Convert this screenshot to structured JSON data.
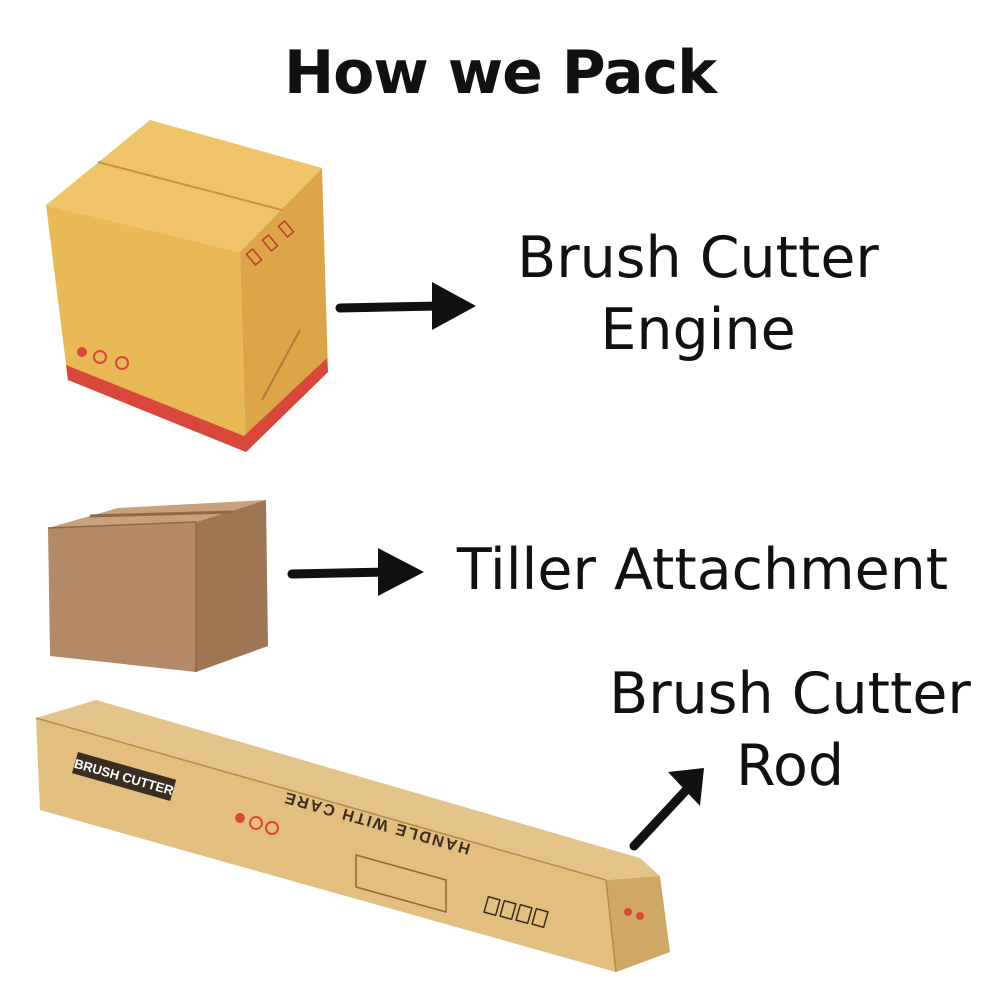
{
  "title": "How we Pack",
  "items": [
    {
      "label_line1": "Brush Cutter",
      "label_line2": "Engine"
    },
    {
      "label_line1": "Tiller Attachment"
    },
    {
      "label_line1": "Brush Cutter",
      "label_line2": "Rod"
    }
  ],
  "long_box": {
    "brand_text": "BRUSH CUTTER",
    "care_text": "HANDLE WITH CARE"
  },
  "colors": {
    "text": "#111111",
    "yellow_box": "#e8b654",
    "brown_box": "#b48a66",
    "box_print_red": "#d9473a"
  }
}
